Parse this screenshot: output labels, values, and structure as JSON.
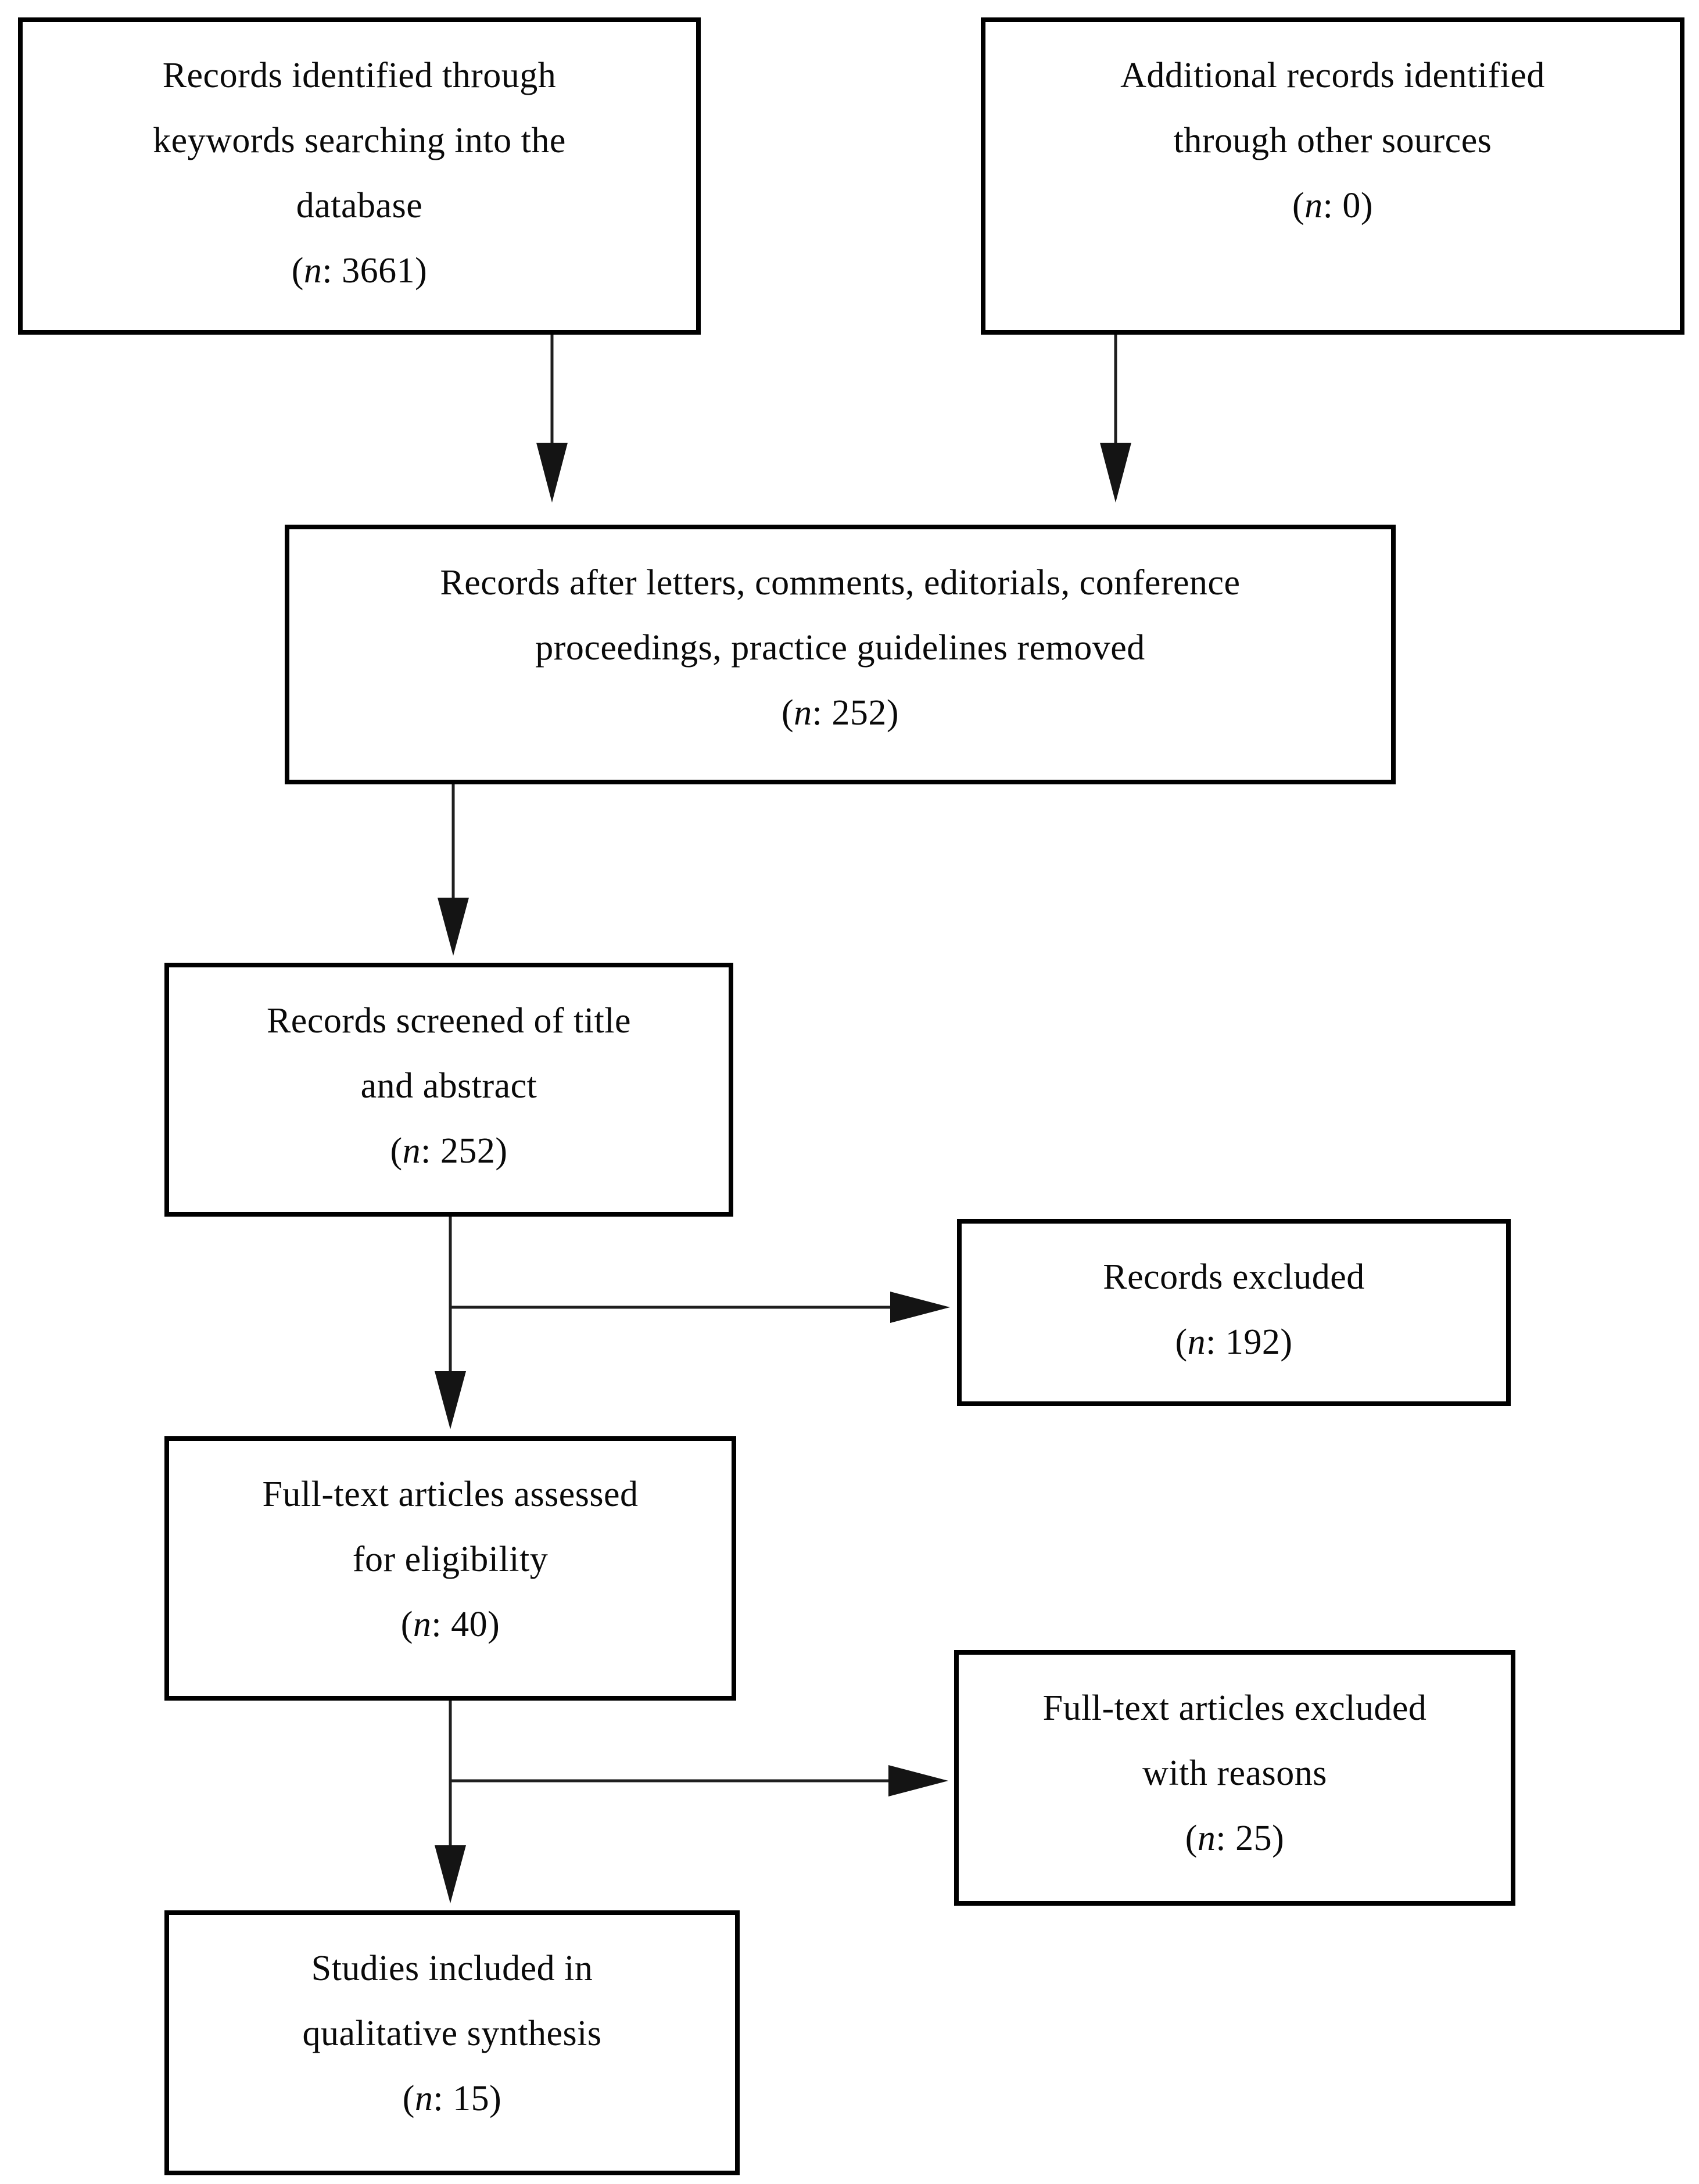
{
  "colors": {
    "border": "#000000",
    "text": "#0a0a0a",
    "background": "#ffffff",
    "arrow": "#1f1f1f"
  },
  "count_format": {
    "open": "(",
    "n": "n",
    "separator": ": ",
    "close": ")"
  },
  "boxes": [
    {
      "id": "identification-database",
      "lines": [
        "Records identified through",
        "keywords searching into the",
        "database"
      ],
      "count": "3661"
    },
    {
      "id": "identification-other-sources",
      "lines": [
        "Additional records identified",
        "through other sources"
      ],
      "count": "0"
    },
    {
      "id": "records-after-removal",
      "lines": [
        "Records after letters, comments, editorials, conference",
        "proceedings, practice guidelines removed"
      ],
      "count": "252"
    },
    {
      "id": "records-screened",
      "lines": [
        "Records screened of title",
        "and abstract"
      ],
      "count": "252"
    },
    {
      "id": "records-excluded",
      "lines": [
        "Records excluded"
      ],
      "count": "192"
    },
    {
      "id": "fulltext-assessed",
      "lines": [
        "Full-text articles assessed",
        "for eligibility"
      ],
      "count": "40"
    },
    {
      "id": "fulltext-excluded",
      "lines": [
        "Full-text articles excluded",
        "with reasons"
      ],
      "count": "25"
    },
    {
      "id": "studies-included",
      "lines": [
        "Studies included in",
        "qualitative synthesis"
      ],
      "count": "15"
    }
  ]
}
